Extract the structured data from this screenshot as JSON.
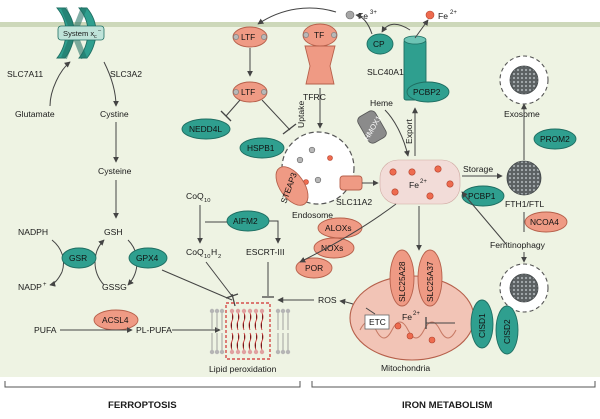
{
  "labels": {
    "slc7a11": "SLC7A11",
    "system_xc": "System x",
    "system_xc_sup": "c",
    "system_xc_sup2": "–",
    "slc3a2": "SLC3A2",
    "glutamate": "Glutamate",
    "cystine": "Cystine",
    "cysteine": "Cysteine",
    "nadph": "NADPH",
    "gsh": "GSH",
    "gsr": "GSR",
    "gpx4": "GPX4",
    "nadp": "NADP",
    "nadp_sup": "+",
    "gssg": "GSSG",
    "acsl4": "ACSL4",
    "pufa": "PUFA",
    "pl_pufa": "PL-PUFA",
    "lipid_peroxidation": "Lipid peroxidation",
    "ltf_top": "LTF",
    "tf": "TF",
    "fe3": "Fe",
    "fe3_sup": "3+",
    "fe2_top": "Fe",
    "fe2_top_sup": "2+",
    "cp": "CP",
    "ltf_mid": "LTF",
    "tfrc": "TFRC",
    "slc40a1": "SLC40A1",
    "pcbp2": "PCBP2",
    "nedd4l": "NEDD4L",
    "hspb1": "HSPB1",
    "uptake": "Uptake",
    "heme": "Heme",
    "hmox1": "HMOX1",
    "export": "Export",
    "steap3": "STEAP3",
    "slc11a2": "SLC11A2",
    "endosome": "Endosome",
    "fe2_pool": "Fe",
    "fe2_pool_sup": "2+",
    "storage": "Storage",
    "pcbp1": "PCBP1",
    "fth1_ftl": "FTH1/FTL",
    "exosome": "Exosome",
    "prom2": "PROM2",
    "ncoa4": "NCOA4",
    "ferritinophagy": "Ferritinophagy",
    "coq10": "CoQ",
    "coq10_sub": "10",
    "aifm2": "AIFM2",
    "coq10h2": "CoQ",
    "coq10h2_sub": "10",
    "coq10h2_tail": "H",
    "coq10h2_sub2": "2",
    "escrt": "ESCRT-III",
    "aloxs": "ALOXs",
    "noxs": "NOXs",
    "por": "POR",
    "ros": "ROS",
    "slc25a28": "SLC25A28",
    "slc25a37": "SLC25A37",
    "etc": "ETC",
    "fe2_mito": "Fe",
    "fe2_mito_sup": "2+",
    "cisd1": "CISD1",
    "cisd2": "CISD2",
    "mitochondria": "Mitochondria"
  },
  "sections": {
    "ferroptosis": "FERROPTOSIS",
    "iron_metabolism": "IRON METABOLISM"
  },
  "colors": {
    "background": "#ffffff",
    "cytoplasm": "#eef3e3",
    "membrane": "#cdd8ba",
    "teal": "#2f9f8f",
    "salmon": "#ef9a84",
    "iron_dot": "#ee6b4f",
    "lipid_box": "#d22f2f"
  }
}
